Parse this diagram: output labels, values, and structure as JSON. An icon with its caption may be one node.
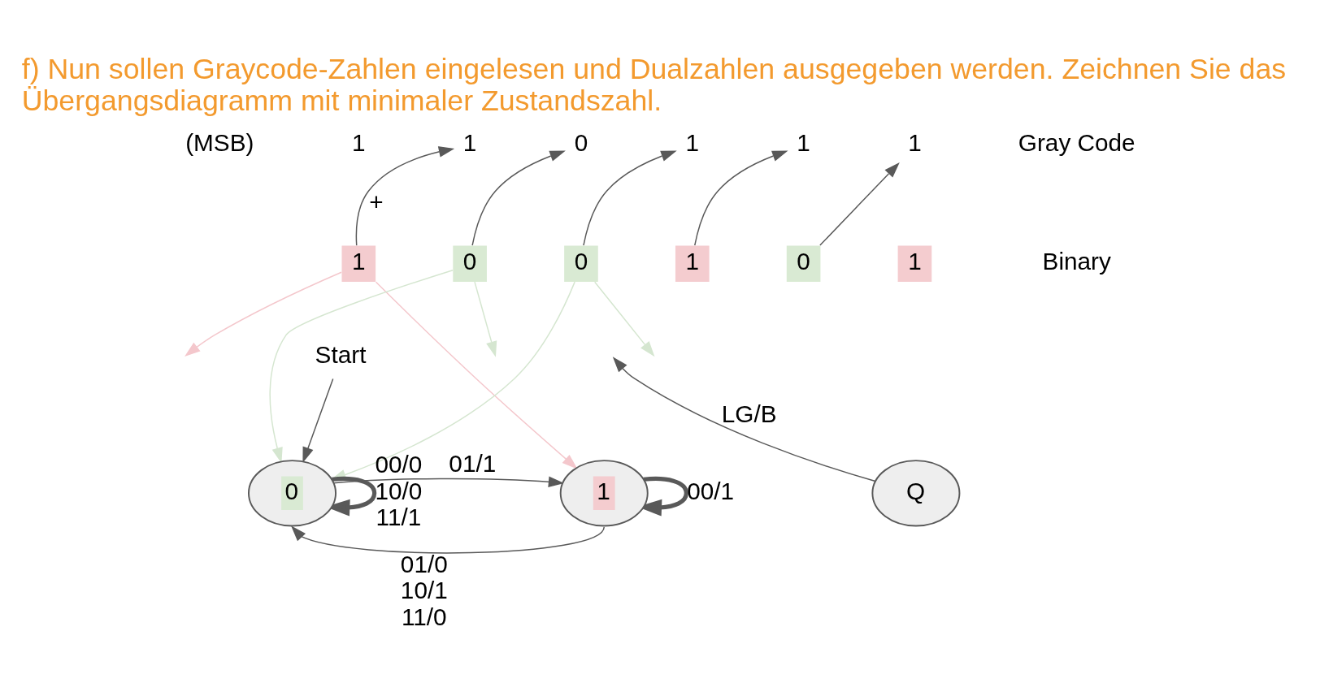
{
  "diagram": {
    "title": "f) Nun sollen Graycode-Zahlen eingelesen und Dualzahlen ausgegeben werden. Zeichnen Sie das Übergangsdiagramm mit minimaler Zustandszahl.",
    "nodes": [
      {
        "text": [
          "1"
        ]
      },
      {
        "text": [
          "1"
        ]
      },
      {
        "text": [
          "0"
        ]
      },
      {
        "text": [
          "1"
        ]
      },
      {
        "text": [
          "1"
        ]
      },
      {
        "text": [
          "1"
        ]
      },
      {
        "text": [
          "1"
        ]
      },
      {
        "text": [
          "0"
        ]
      },
      {
        "text": [
          "0"
        ]
      },
      {
        "text": [
          "1"
        ]
      },
      {
        "text": [
          "0"
        ]
      },
      {
        "text": [
          "1"
        ]
      },
      {
        "text": [
          "Start"
        ]
      },
      {
        "text": [
          "0"
        ]
      },
      {
        "text": [
          "1"
        ]
      },
      {
        "text": [
          "Q"
        ]
      }
    ],
    "edges": [
      {
        "from": 6,
        "to": 1,
        "arrow": "to",
        "label": "+"
      },
      {
        "from": 7,
        "to": 2,
        "arrow": "to"
      },
      {
        "from": 8,
        "to": 3,
        "arrow": "to"
      },
      {
        "from": 9,
        "to": 4,
        "arrow": "to"
      },
      {
        "from": 10,
        "to": 5,
        "arrow": "to"
      },
      {
        "from": 6,
        "to": null,
        "arrow": "to",
        "color": "#f4c7cc"
      },
      {
        "from": 6,
        "to": 14,
        "arrow": "to",
        "color": "#f4c7cc"
      },
      {
        "from": 7,
        "to": 13,
        "arrow": "to",
        "color": "#d5e6d0"
      },
      {
        "from": 7,
        "to": null,
        "arrow": "to",
        "color": "#d5e6d0"
      },
      {
        "from": 8,
        "to": null,
        "arrow": "to",
        "color": "#d5e6d0"
      },
      {
        "from": 8,
        "to": 13,
        "arrow": "to",
        "color": "#d5e6d0"
      },
      {
        "from": 12,
        "to": 13,
        "arrow": "to"
      },
      {
        "from": 13,
        "to": 14,
        "arrow": "to",
        "label": "01/1"
      },
      {
        "from": 14,
        "to": 13,
        "arrow": "to",
        "label": "01/0 10/1 11/0"
      },
      {
        "from": 13,
        "to": 13,
        "arrow": "to",
        "label": "00/0 10/0 11/1",
        "style": "thick"
      },
      {
        "from": 14,
        "to": 14,
        "arrow": "to",
        "label": "00/1",
        "style": "thick"
      },
      {
        "from": 15,
        "to": null,
        "arrow": "to",
        "label": "LG/B"
      }
    ],
    "labels": [
      "(MSB)",
      "Gray Code",
      "Binary"
    ]
  }
}
